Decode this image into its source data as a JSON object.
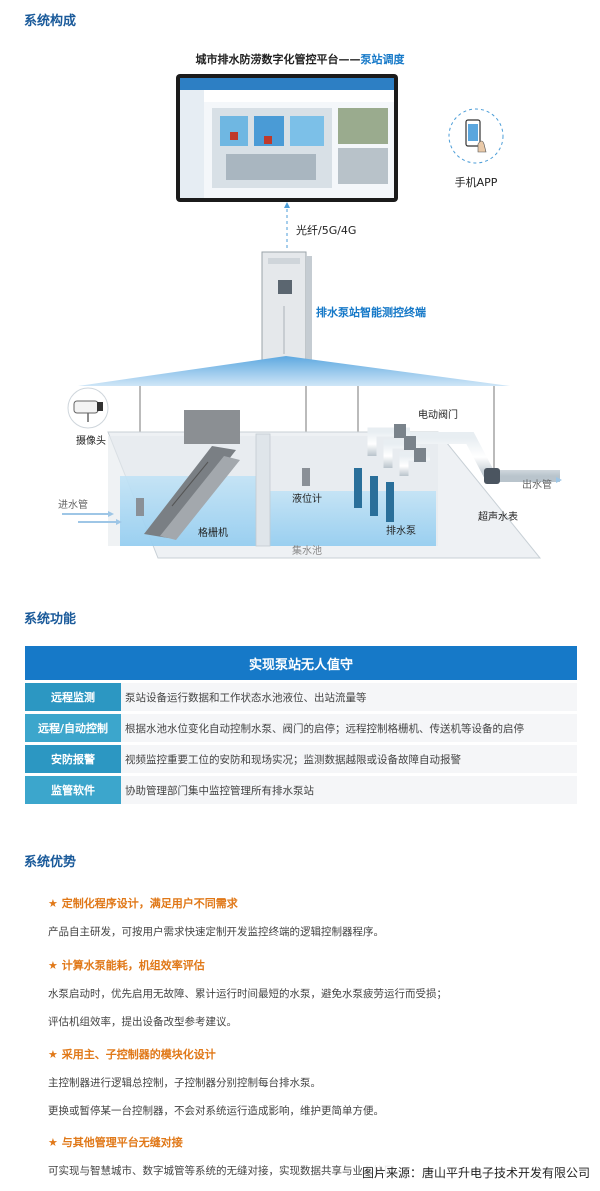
{
  "sections": {
    "structure_title": "系统构成",
    "function_title": "系统功能",
    "advantage_title": "系统优势"
  },
  "diagram": {
    "platform_title_prefix": "城市排水防涝数字化管控平台——",
    "platform_title_accent": "泵站调度",
    "app_label": "手机APP",
    "link_label": "光纤/5G/4G",
    "terminal_label": "排水泵站智能测控终端",
    "camera_label": "摄像头",
    "valve_label": "电动阀门",
    "inlet_label": "进水管",
    "outlet_label": "出水管",
    "level_label": "液位计",
    "grille_label": "格栅机",
    "pump_label": "排水泵",
    "meter_label": "超声水表",
    "tank_label": "集水池",
    "accent_color": "#1679c8"
  },
  "functions": {
    "header": "实现泵站无人值守",
    "rows": [
      {
        "label": "远程监测",
        "desc": "泵站设备运行数据和工作状态水池液位、出站流量等"
      },
      {
        "label": "远程/自动控制",
        "desc": "根据水池水位变化自动控制水泵、阀门的启停；远程控制格栅机、传送机等设备的启停"
      },
      {
        "label": "安防报警",
        "desc": "视频监控重要工位的安防和现场实况；监测数据越限或设备故障自动报警"
      },
      {
        "label": "监管软件",
        "desc": "协助管理部门集中监控管理所有排水泵站"
      }
    ]
  },
  "advantages": [
    {
      "title": "★ 定制化程序设计，满足用户不同需求",
      "lines": [
        "产品自主研发，可按用户需求快速定制开发监控终端的逻辑控制器程序。"
      ]
    },
    {
      "title": "★  计算水泵能耗，机组效率评估",
      "lines": [
        "水泵启动时，优先启用无故障、累计运行时间最短的水泵，避免水泵疲劳运行而受损；",
        "评估机组效率，提出设备改型参考建议。"
      ]
    },
    {
      "title": "★ 采用主、子控制器的模块化设计",
      "lines": [
        "主控制器进行逻辑总控制，子控制器分别控制每台排水泵。",
        "更换或暂停某一台控制器，不会对系统运行造成影响，维护更简单方便。"
      ]
    },
    {
      "title": "★ 与其他管理平台无缝对接",
      "lines": [
        "可实现与智慧城市、数字城管等系统的无缝对接，实现数据共享与业务协同。"
      ]
    }
  ],
  "footer": "图片来源：唐山平升电子技术开发有限公司"
}
